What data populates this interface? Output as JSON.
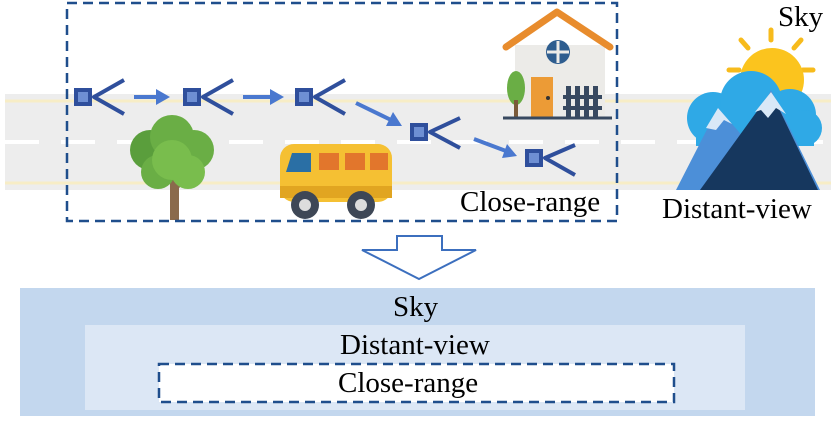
{
  "top_scene": {
    "sky_label": "Sky",
    "distant_view_label": "Distant-view",
    "close_range_label": "Close-range"
  },
  "layers": {
    "sky_label": "Sky",
    "distant_view_label": "Distant-view",
    "close_range_label": "Close-range"
  },
  "colors": {
    "camera_blue": "#2f4f9c",
    "arrow_blue": "#4a78cf",
    "dashed_border": "#1f4e8c",
    "layer_outer": "#c3d7ee",
    "layer_middle": "#dce7f5",
    "road": "#ededed"
  },
  "icons": [
    "camera-icon",
    "house-icon",
    "tree-icon",
    "bus-icon",
    "mountain-cloud-sun-icon",
    "down-arrow-icon"
  ]
}
